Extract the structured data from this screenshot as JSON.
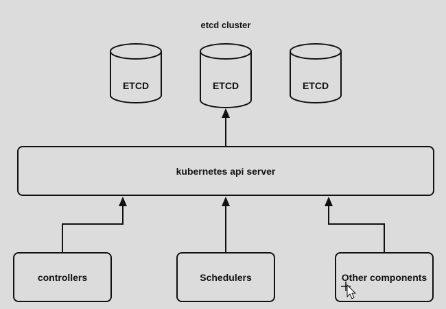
{
  "diagram": {
    "title": "etcd cluster",
    "etcd_nodes": [
      "ETCD",
      "ETCD",
      "ETCD"
    ],
    "api_server": "kubernetes api server",
    "components": [
      "controllers",
      "Schedulers",
      "Other components"
    ]
  },
  "colors": {
    "background": "#dcdcdc",
    "stroke": "#111111",
    "text": "#111111"
  }
}
